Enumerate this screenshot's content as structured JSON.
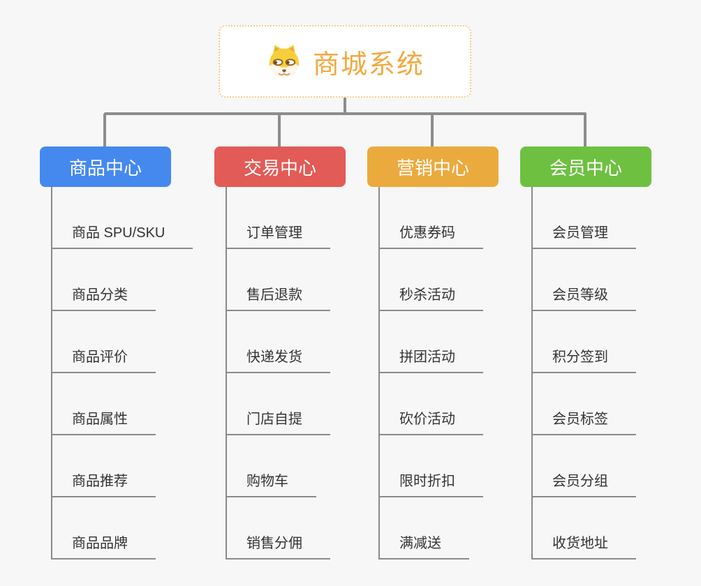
{
  "root": {
    "title": "商城系统",
    "icon": "dog-face-icon",
    "title_color": "#f2a940",
    "border_color": "#f6cc8a"
  },
  "connector_color": "#8c8c8c",
  "branches": [
    {
      "label": "商品中心",
      "color": "#4589ee",
      "children": [
        "商品 SPU/SKU",
        "商品分类",
        "商品评价",
        "商品属性",
        "商品推荐",
        "商品品牌"
      ]
    },
    {
      "label": "交易中心",
      "color": "#e25b57",
      "children": [
        "订单管理",
        "售后退款",
        "快递发货",
        "门店自提",
        "购物车",
        "销售分佣"
      ]
    },
    {
      "label": "营销中心",
      "color": "#ebaa3e",
      "children": [
        "优惠券码",
        "秒杀活动",
        "拼团活动",
        "砍价活动",
        "限时折扣",
        "满减送"
      ]
    },
    {
      "label": "会员中心",
      "color": "#6ec041",
      "children": [
        "会员管理",
        "会员等级",
        "积分签到",
        "会员标签",
        "会员分组",
        "收货地址"
      ]
    }
  ]
}
